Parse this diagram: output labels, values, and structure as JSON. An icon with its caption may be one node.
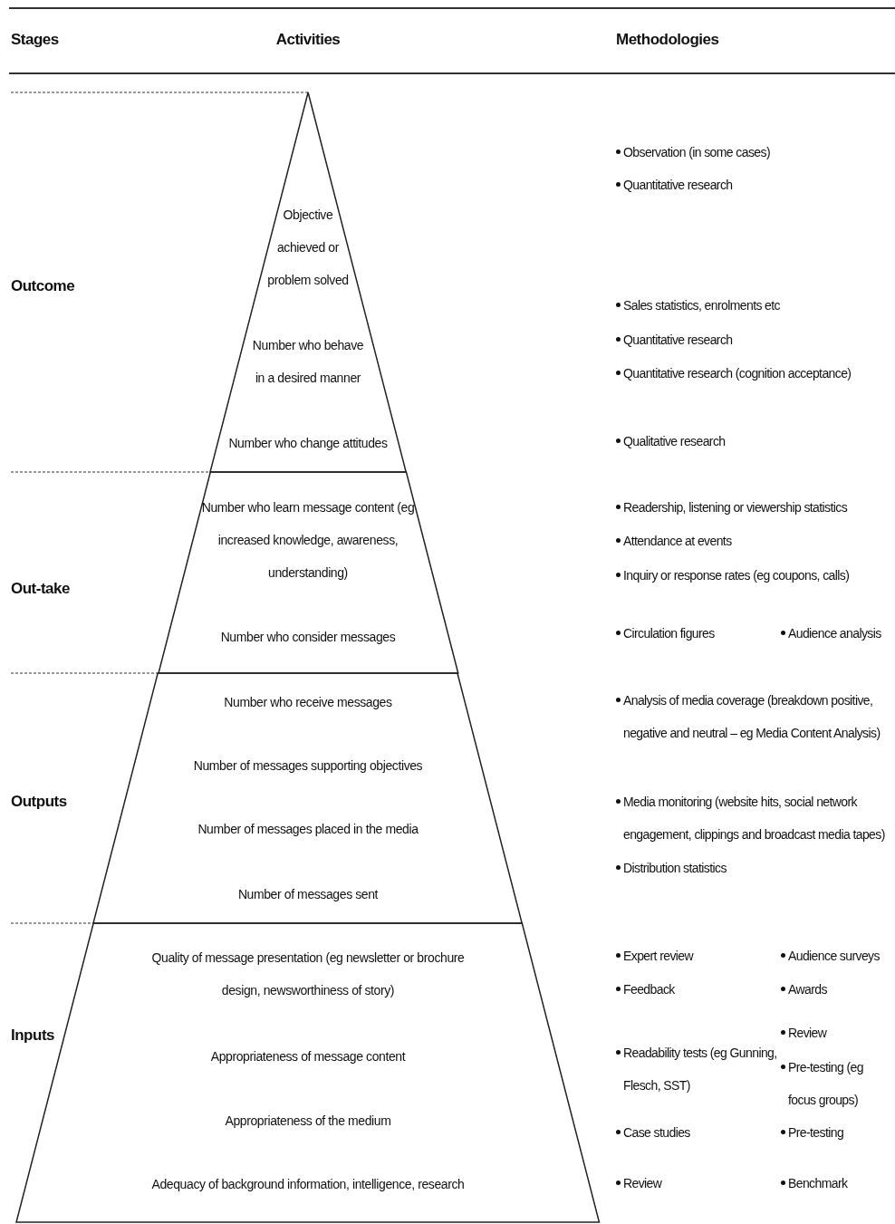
{
  "diagram": {
    "nodes": [
      {
        "text": [
          "Objective achieved or problem solved",
          "Number who behave in a desired manner",
          "Number who change attitudes"
        ]
      },
      {
        "text": [
          "Number who learn message content (eg increased knowledge, awareness, understanding)",
          "Number who consider messages"
        ]
      },
      {
        "text": [
          "Number who receive messages",
          "Number of messages supporting objectives",
          "Number of messages placed in the media",
          "Number of messages sent"
        ]
      },
      {
        "text": [
          "Quality of message presentation (eg newsletter or brochure design, newsworthiness of story)",
          "Appropriateness of message content",
          "Appropriateness of the medium",
          "Adequacy of background information, intelligence, research"
        ]
      }
    ],
    "edges": [],
    "labels": [
      "Stages",
      "Activities",
      "Methodologies",
      "Observation (in some cases)",
      "Quantitative research",
      "Outcome",
      "Sales statistics, enrolments etc",
      "Quantitative research",
      "Quantitative research (cognition acceptance)",
      "Qualitative research",
      "Readership, listening or viewership statistics",
      "Attendance at events",
      "Inquiry or response rates (eg coupons, calls)",
      "Out-take",
      "Circulation figures",
      "Audience analysis",
      "Analysis of media coverage (breakdown positive, negative and neutral – eg Media Content Analysis)",
      "Outputs",
      "Media monitoring (website hits, social network engagement, clippings and broadcast media tapes)",
      "Distribution statistics",
      "Expert review",
      "Audience surveys",
      "Feedback",
      "Awards",
      "Review",
      "Inputs",
      "Readability tests (eg Gunning, Flesch, SST)",
      "Pre-testing (eg focus groups)",
      "Case studies",
      "Pre-testing",
      "Review",
      "Benchmark"
    ]
  }
}
